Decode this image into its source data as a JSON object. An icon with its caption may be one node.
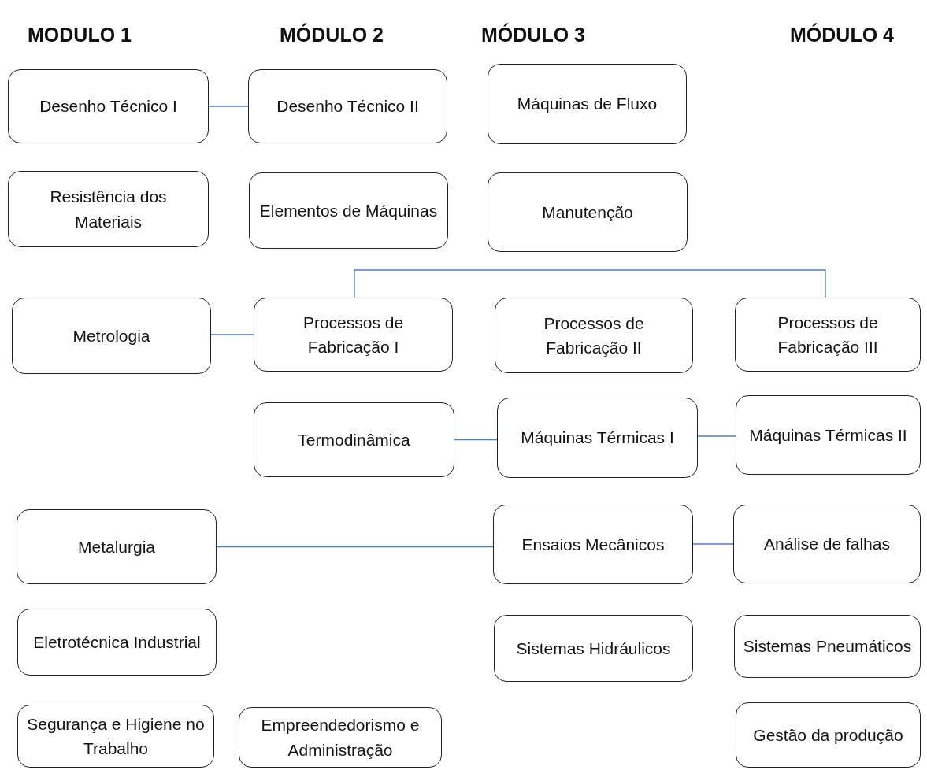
{
  "diagram": {
    "nodes": [
      {
        "text": [
          "Desenho Técnico I"
        ]
      },
      {
        "text": [
          "Desenho Técnico II"
        ]
      },
      {
        "text": [
          "Máquinas de Fluxo"
        ]
      },
      {
        "text": [
          "Resistência dos Materiais"
        ]
      },
      {
        "text": [
          "Elementos de Máquinas"
        ]
      },
      {
        "text": [
          "Manutenção"
        ]
      },
      {
        "text": [
          "Metrologia"
        ]
      },
      {
        "text": [
          "Processos de Fabricação I"
        ]
      },
      {
        "text": [
          "Processos de Fabricação II"
        ]
      },
      {
        "text": [
          "Processos de Fabricação III"
        ]
      },
      {
        "text": [
          "Termodinâmica"
        ]
      },
      {
        "text": [
          "Máquinas Térmicas I"
        ]
      },
      {
        "text": [
          "Máquinas Térmicas II"
        ]
      },
      {
        "text": [
          "Metalurgia"
        ]
      },
      {
        "text": [
          "Ensaios Mecânicos"
        ]
      },
      {
        "text": [
          "Análise de falhas"
        ]
      },
      {
        "text": [
          "Eletrotécnica Industrial"
        ]
      },
      {
        "text": [
          "Sistemas Hidráulicos"
        ]
      },
      {
        "text": [
          "Sistemas Pneumáticos"
        ]
      },
      {
        "text": [
          "Segurança e Higiene no Trabalho"
        ]
      },
      {
        "text": [
          "Empreendedorismo e Administração"
        ]
      },
      {
        "text": [
          "Gestão da produção"
        ]
      }
    ],
    "edges": [
      {
        "from": 0,
        "to": 1,
        "arrow": "none"
      },
      {
        "from": 6,
        "to": 7,
        "arrow": "none"
      },
      {
        "from": 7,
        "to": 9,
        "arrow": "none"
      },
      {
        "from": 10,
        "to": 11,
        "arrow": "none"
      },
      {
        "from": 11,
        "to": 12,
        "arrow": "none"
      },
      {
        "from": 13,
        "to": 14,
        "arrow": "none"
      },
      {
        "from": 14,
        "to": 15,
        "arrow": "none"
      }
    ],
    "labels": [
      "MODULO 1",
      "MÓDULO 2",
      "MÓDULO 3",
      "MÓDULO 4"
    ]
  }
}
